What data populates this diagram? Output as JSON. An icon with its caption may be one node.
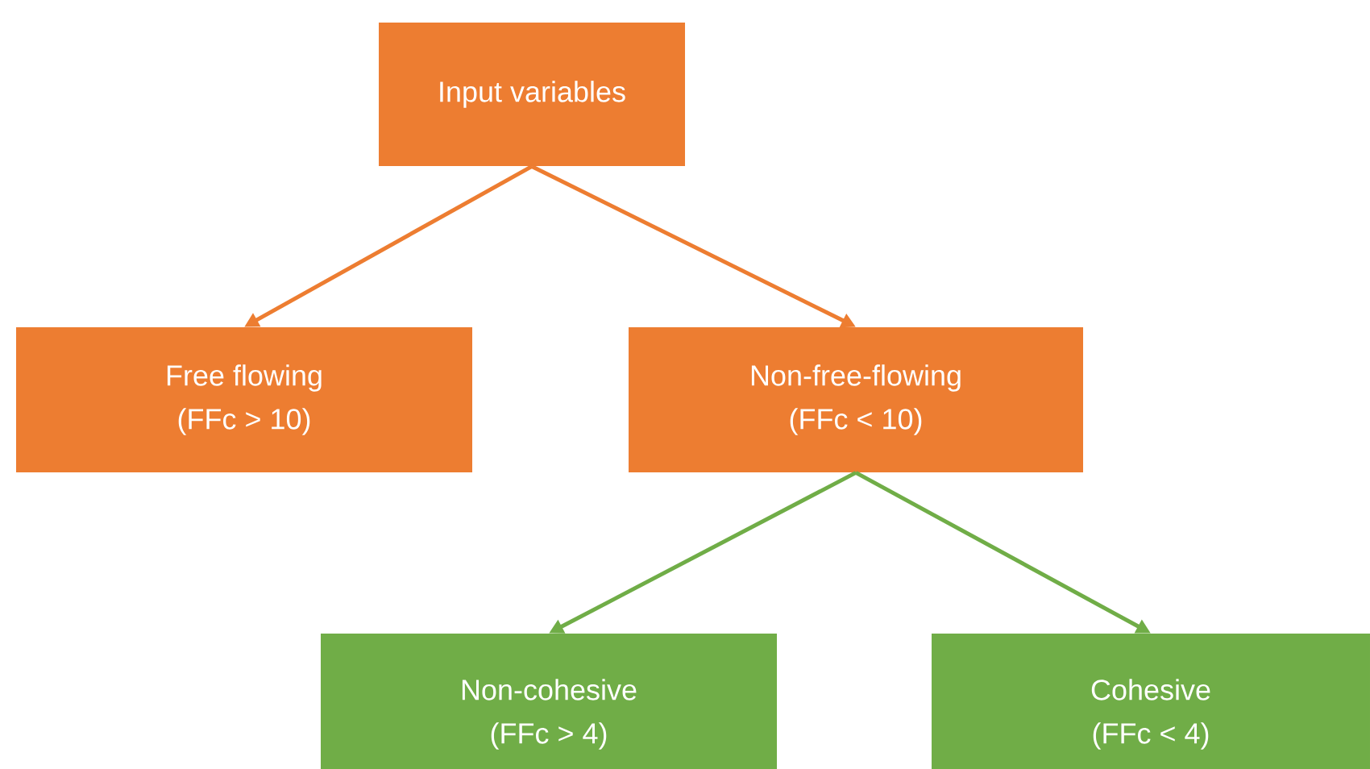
{
  "diagram": {
    "nodes": [
      {
        "text": [
          "Input variables"
        ]
      },
      {
        "text": [
          "Free flowing",
          "(FFc > 10)"
        ]
      },
      {
        "text": [
          "Non-free-flowing",
          "(FFc < 10)"
        ]
      },
      {
        "text": [
          "Non-cohesive",
          "(FFc > 4)"
        ]
      },
      {
        "text": [
          "Cohesive",
          "(FFc < 4)"
        ]
      }
    ],
    "edges": [
      {
        "from": 0,
        "to": 1,
        "arrow": "to",
        "color": "#ed7d31"
      },
      {
        "from": 0,
        "to": 2,
        "arrow": "to",
        "color": "#ed7d31"
      },
      {
        "from": 2,
        "to": 3,
        "arrow": "to",
        "color": "#70ad47"
      },
      {
        "from": 2,
        "to": 4,
        "arrow": "to",
        "color": "#70ad47"
      }
    ]
  }
}
